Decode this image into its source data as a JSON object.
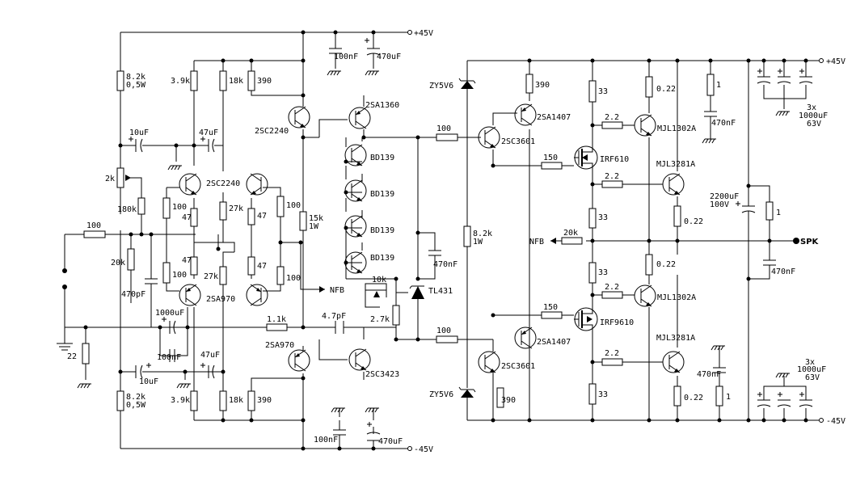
{
  "rails": {
    "top_left": "+45V",
    "top_right": "+45V",
    "bottom_left": "-45V",
    "bottom_right": "-45V"
  },
  "outputs": {
    "spk": "SPK",
    "nfb_out": "NFB",
    "nfb_in": "NFB"
  },
  "transistors": {
    "q_2sc2240_a": "2SC2240",
    "q_2sa1360": "2SA1360",
    "q_2sc2240_b": "2SC2240",
    "q_2sa970_a": "2SA970",
    "q_2sa970_b": "2SA970",
    "q_2sc3423": "2SC3423",
    "q_bd139_1": "BD139",
    "q_bd139_2": "BD139",
    "q_bd139_3": "BD139",
    "q_bd139_4": "BD139",
    "q_tl431": "TL431",
    "q_2sa1407_a": "2SA1407",
    "q_2sc3601_a": "2SC3601",
    "q_irf610": "IRF610",
    "q_irf9610": "IRF9610",
    "q_2sa1407_b": "2SA1407",
    "q_2sc3601_b": "2SC3601",
    "q_mjl1302a_1": "MJL1302A",
    "q_mjl3281a_1": "MJL3281A",
    "q_mjl1302a_2": "MJL1302A",
    "q_mjl3281a_2": "MJL3281A"
  },
  "diodes": {
    "zener_top": "ZY5V6",
    "zener_bottom": "ZY5V6"
  },
  "resistors": {
    "r_8k2_top": "8.2k",
    "r_8k2_top_w": "0,5W",
    "r_3k9_top": "3.9k",
    "r_18k_top": "18k",
    "r_390_top": "390",
    "r_2k": "2k",
    "r_180k": "180k",
    "r_100_in": "100",
    "r_20k_in": "20k",
    "r_100_a": "100",
    "r_47_a": "47",
    "r_27k_a": "27k",
    "r_47_b": "47",
    "r_100_b": "100",
    "r_47_c": "47",
    "r_27k_b": "27k",
    "r_47_d": "47",
    "r_100_c": "100",
    "r_100_d": "100",
    "r_15k": "15k",
    "r_15k_w": "1W",
    "r_22": "22",
    "r_1k1": "1.1k",
    "r_8k2_bot": "8.2k",
    "r_8k2_bot_w": "0,5W",
    "r_3k9_bot": "3.9k",
    "r_18k_bot": "18k",
    "r_390_bot": "390",
    "r_10k": "10k",
    "r_2k7": "2.7k",
    "r_100_drv_top": "100",
    "r_100_drv_bot": "100",
    "r_8k2_drv": "8.2k",
    "r_8k2_drv_w": "1W",
    "r_390_drv_top": "390",
    "r_390_drv_bot": "390",
    "r_150_top": "150",
    "r_150_bot": "150",
    "r_20k_nfb": "20k",
    "r_33_1": "33",
    "r_33_2": "33",
    "r_33_3": "33",
    "r_33_4": "33",
    "r_2_2_1": "2.2",
    "r_2_2_2": "2.2",
    "r_2_2_3": "2.2",
    "r_2_2_4": "2.2",
    "r_0_22_1": "0.22",
    "r_0_22_2": "0.22",
    "r_0_22_3": "0.22",
    "r_0_22_4": "0.22",
    "r_1_top": "1",
    "r_1_mid": "1",
    "r_1_bot": "1"
  },
  "capacitors": {
    "c_100n_top": "100nF",
    "c_470u_top": "470uF",
    "c_10u_top": "10uF",
    "c_47u_top": "47uF",
    "c_470p": "470pF",
    "c_1000u": "1000uF",
    "c_100n_fb": "100nF",
    "c_47u_bot": "47uF",
    "c_10u_bot": "10uF",
    "c_4p7": "4.7pF",
    "c_470n_bias": "470nF",
    "c_100n_bot": "100nF",
    "c_470u_bot": "470uF",
    "c_470n_top": "470nF",
    "c_2200u": "2200uF",
    "c_2200u_v": "100V",
    "c_470n_zobel": "470nF",
    "c_470n_bot": "470nF",
    "c_bank_top": "3x",
    "c_bank_top_val": "1000uF",
    "c_bank_top_v": "63V",
    "c_bank_bot": "3x",
    "c_bank_bot_val": "1000uF",
    "c_bank_bot_v": "63V"
  }
}
